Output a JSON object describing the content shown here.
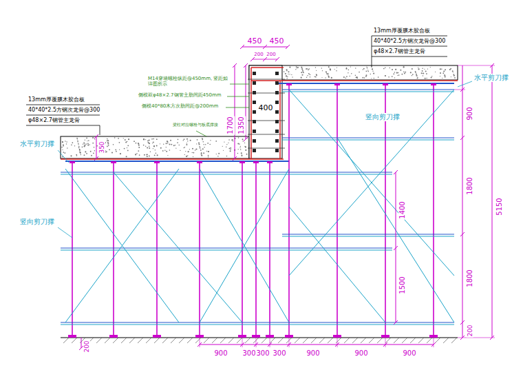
{
  "diagram": {
    "labels": [
      "450",
      "450",
      "200",
      "200",
      "M14穿墙螺栓纵距@450mm, 竖距如详图所示",
      "侧模双φ48×2.7钢管主肋间距450mm",
      "侧模40*80木方次肋间距@200mm",
      "1350",
      "1700",
      "400",
      "梁柱对拉螺栓与板底撑接",
      "13mm厚覆膜木胶合板",
      "40*40*2.5方钢次龙骨@300",
      "φ48×2.7钢管主龙骨",
      "13mm厚覆膜木胶合板",
      "40*40*2.5方钢次龙骨@300",
      "φ48×2.7钢管主龙骨",
      "水平剪刀撑",
      "竖向剪刀撑",
      "水平剪刀撑",
      "竖向剪刀撑",
      "350",
      "900",
      "1800",
      "1800",
      "200",
      "5150",
      "1400",
      "1500",
      "200",
      "900",
      "300",
      "300",
      "300",
      "900",
      "900",
      "900"
    ]
  }
}
